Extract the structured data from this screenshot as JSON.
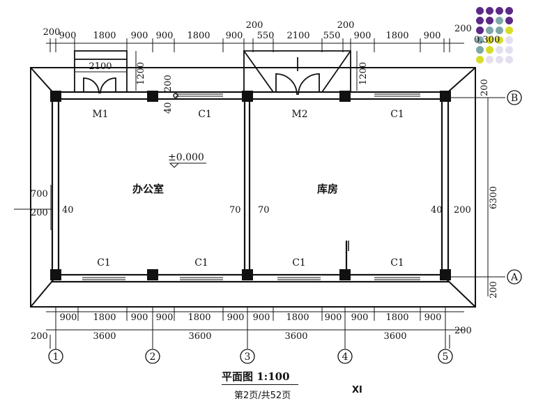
{
  "drawing": {
    "caption": "平面图 1:100",
    "page_indicator": "第2页/共52页",
    "stray_mark": "XI",
    "rooms": {
      "office": "办公室",
      "storage": "库房"
    },
    "doors": {
      "d1": "M1",
      "d2": "M2"
    },
    "windows": {
      "label": "C1"
    },
    "floor_level": "±0.000",
    "right_level": "0.300",
    "axes": {
      "a1": "1",
      "a2": "2",
      "a3": "3",
      "a4": "4",
      "a5": "5",
      "rowA": "A",
      "rowB": "B"
    },
    "dims_top": {
      "s200": "200",
      "d900": "900",
      "d1800": "1800",
      "d550": "550",
      "d2100": "2100",
      "w2100": "2100",
      "h1200": "1200",
      "v200": "200",
      "v40": "40"
    },
    "dims_bottom": {
      "d900": "900",
      "d1800": "1800",
      "d3600": "3600",
      "s200": "200"
    },
    "dims_side": {
      "d700": "700",
      "d200": "200",
      "d40": "40",
      "d70": "70",
      "d6300": "6300"
    }
  },
  "decor": {
    "dot_colors": [
      "#5b2a86",
      "#7fa7a8",
      "#d7dc2a",
      "#e3dff0"
    ]
  }
}
